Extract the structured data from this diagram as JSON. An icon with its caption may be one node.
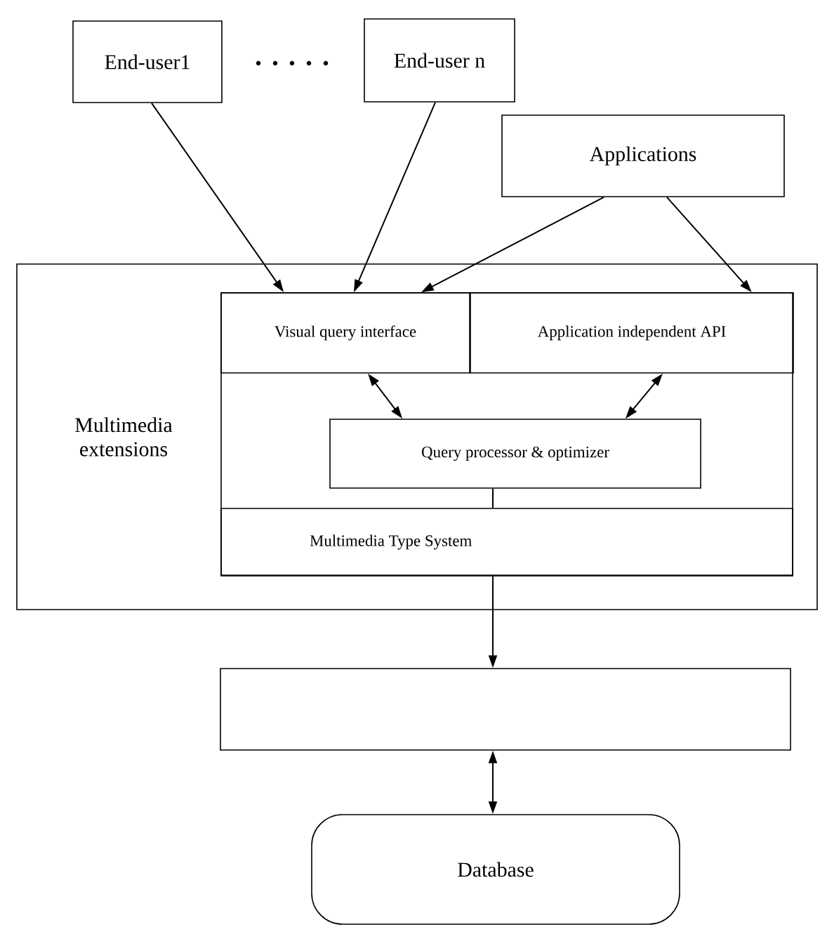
{
  "diagram": {
    "nodes": [
      {
        "text": [
          "End-user1"
        ]
      },
      {
        "text": [
          "End-user n"
        ]
      },
      {
        "text": [
          "Applications"
        ]
      },
      {
        "text": [
          "Multimedia extensions"
        ]
      },
      {
        "text": [],
        "shape": "box",
        "in": 3
      },
      {
        "text": [
          "Visual query interface"
        ],
        "in": 4
      },
      {
        "text": [
          "Application independent API"
        ],
        "in": 4
      },
      {
        "text": [
          "Query processor & optimizer"
        ],
        "in": 4
      },
      {
        "text": [
          "Multimedia Type System"
        ],
        "in": 4
      },
      {
        "text": [],
        "shape": "box"
      },
      {
        "text": [
          "Database"
        ]
      }
    ],
    "edges": [
      {
        "from": 0,
        "to": 5,
        "arrow": "to"
      },
      {
        "from": 1,
        "to": 5,
        "arrow": "to"
      },
      {
        "from": 2,
        "to": 5,
        "arrow": "to"
      },
      {
        "from": 2,
        "to": 6,
        "arrow": "to"
      },
      {
        "from": 5,
        "to": 7,
        "arrow": "both"
      },
      {
        "from": 6,
        "to": 7,
        "arrow": "both"
      },
      {
        "from": 7,
        "to": 8,
        "arrow": "none"
      },
      {
        "from": 8,
        "to": 9,
        "arrow": "to"
      },
      {
        "from": 9,
        "to": 10,
        "arrow": "both"
      }
    ]
  }
}
